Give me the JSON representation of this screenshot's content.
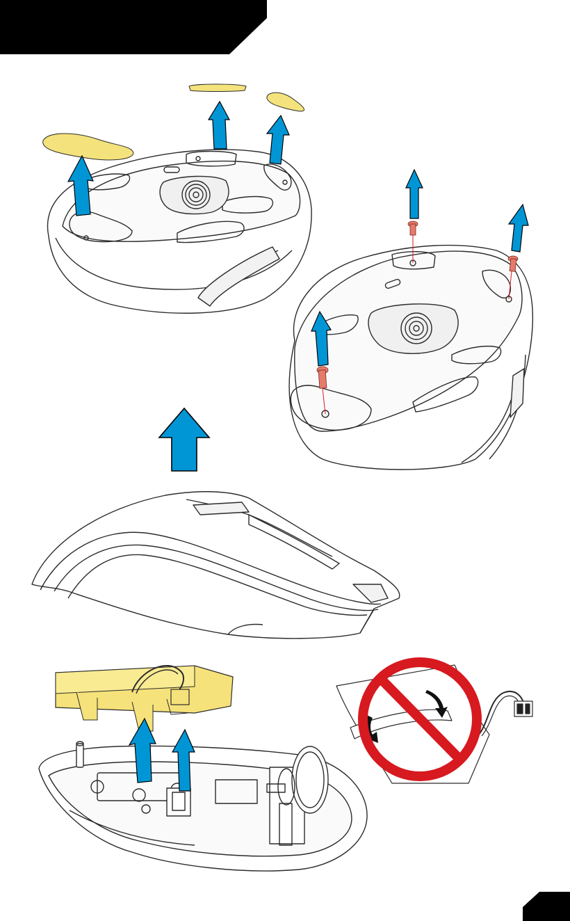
{
  "colors": {
    "header": "#000000",
    "arrow": "#0096d6",
    "arrow_outline": "#000000",
    "foot_pad": "#f4e37c",
    "battery": "#f6e27a",
    "screw": "#e67a6b",
    "screw_line": "#d71920",
    "prohibit": "#d71920",
    "line": "#2b2b2b"
  },
  "steps": [
    {
      "id": "remove-feet",
      "icon": "up-arrow-icon"
    },
    {
      "id": "remove-screws",
      "icon": "screw-icon"
    },
    {
      "id": "lift-shell",
      "icon": "up-arrow-icon"
    },
    {
      "id": "lift-battery",
      "icon": "battery-icon"
    },
    {
      "id": "do-not-bend-battery",
      "icon": "prohibited-icon"
    }
  ]
}
